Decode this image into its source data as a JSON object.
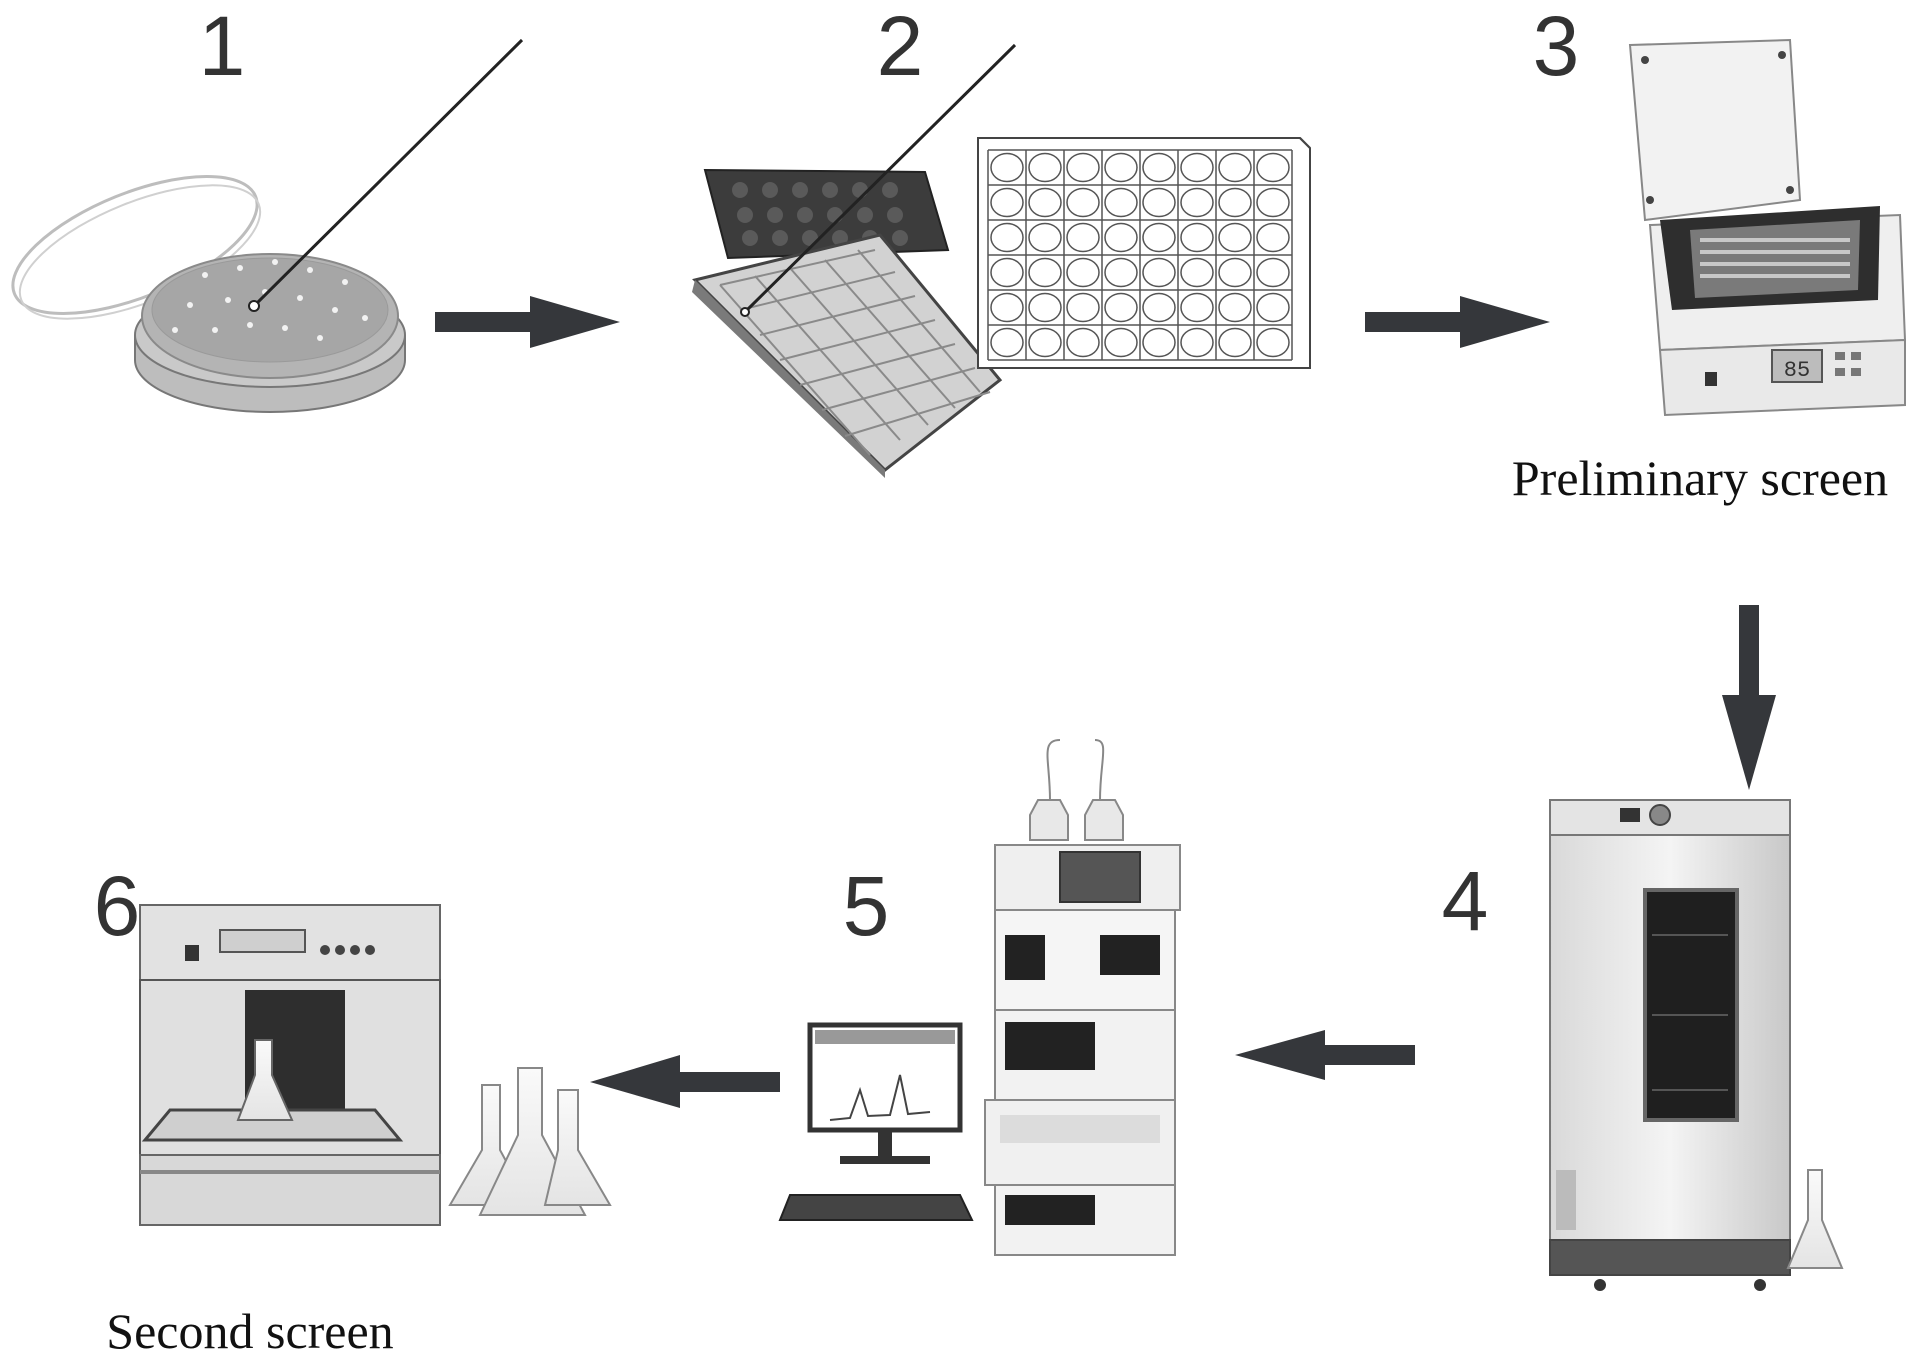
{
  "steps": [
    {
      "number": "1",
      "icon": "petri-dish-icon"
    },
    {
      "number": "2",
      "icon": "well-plate-icon"
    },
    {
      "number": "3",
      "icon": "plate-shaker-icon"
    },
    {
      "number": "4",
      "icon": "incubator-icon"
    },
    {
      "number": "5",
      "icon": "hplc-system-icon"
    },
    {
      "number": "6",
      "icon": "shaking-incubator-icon"
    }
  ],
  "captions": {
    "preliminary": "Preliminary screen",
    "second": "Second screen"
  },
  "instrument_readout": "85",
  "colors": {
    "arrow": "#35373b",
    "numbers": "#333333",
    "line_art": "#555555",
    "panel_dark": "#2e2e2e"
  }
}
